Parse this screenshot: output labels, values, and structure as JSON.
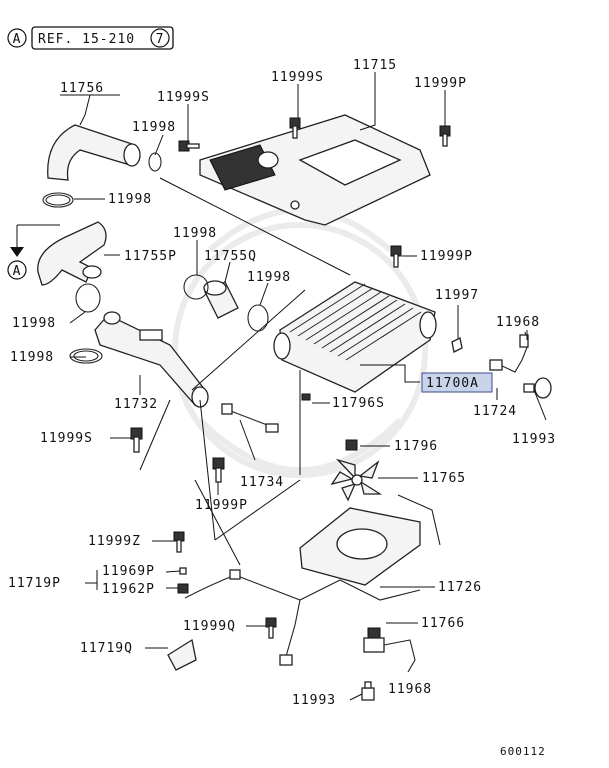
{
  "reference": {
    "section_symbol": "A",
    "ref_text": "REF. 15-210",
    "ref_circle": "7"
  },
  "callout_arrow": {
    "symbol": "A"
  },
  "drawing_number": "600112",
  "highlight_color": "#c9d3ea",
  "labels": {
    "p11756": "11756",
    "p11999s_top": "11999S",
    "p11999s_mid": "11999S",
    "p11715": "11715",
    "p11999p_top": "11999P",
    "p11998_a": "11998",
    "p11998_b": "11998",
    "p11998_c": "11998",
    "p11998_d": "11998",
    "p11998_e": "11998",
    "p11998_f": "11998",
    "p11755p": "11755P",
    "p11755q": "11755Q",
    "p11999p_mid": "11999P",
    "p11997": "11997",
    "p11968_a": "11968",
    "p11700a": "11700A",
    "p11796s": "11796S",
    "p11732": "11732",
    "p11724": "11724",
    "p11993_a": "11993",
    "p11999s_low": "11999S",
    "p11796": "11796",
    "p11765": "11765",
    "p11734": "11734",
    "p11999p_low": "11999P",
    "p11999z": "11999Z",
    "p11969p": "11969P",
    "p11719p": "11719P",
    "p11962p": "11962P",
    "p11726": "11726",
    "p11999q": "11999Q",
    "p11766": "11766",
    "p11719q": "11719Q",
    "p11968_b": "11968",
    "p11993_b": "11993"
  }
}
